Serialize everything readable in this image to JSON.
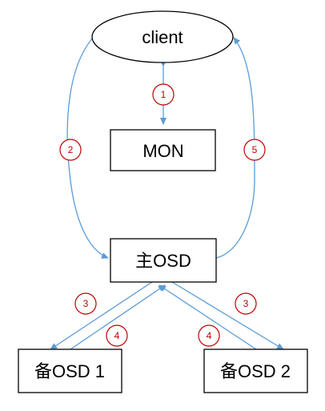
{
  "nodes": {
    "client": "client",
    "mon": "MON",
    "primary_osd": "主OSD",
    "replica_osd_1": "备OSD 1",
    "replica_osd_2": "备OSD 2"
  },
  "steps": {
    "client_mon": "1",
    "client_to_primary": "2",
    "primary_to_replica_1": "3",
    "primary_to_replica_2": "3",
    "replica_1_ack": "4",
    "replica_2_ack": "4",
    "primary_to_client": "5"
  },
  "colors": {
    "arrow": "#5b9bd5",
    "step_marker": "#c00000",
    "box_border": "#000000"
  }
}
